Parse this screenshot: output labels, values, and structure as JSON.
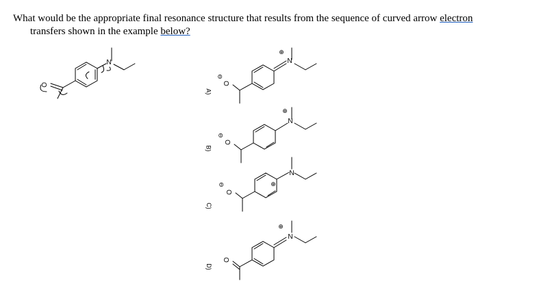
{
  "question": {
    "text_before": "What would be the appropriate final resonance structure that results from the sequence of curved arrow ",
    "link1": "electron",
    "line2_before": "transfers shown in the example ",
    "link2": "below?"
  },
  "atoms": {
    "nitrogen": "N",
    "oxygen": "O",
    "plus_sign": "⊕",
    "minus_sign": "⊖"
  },
  "options": [
    {
      "label": "A)"
    },
    {
      "label": "B)"
    },
    {
      "label": "C)"
    },
    {
      "label": "D)"
    }
  ]
}
